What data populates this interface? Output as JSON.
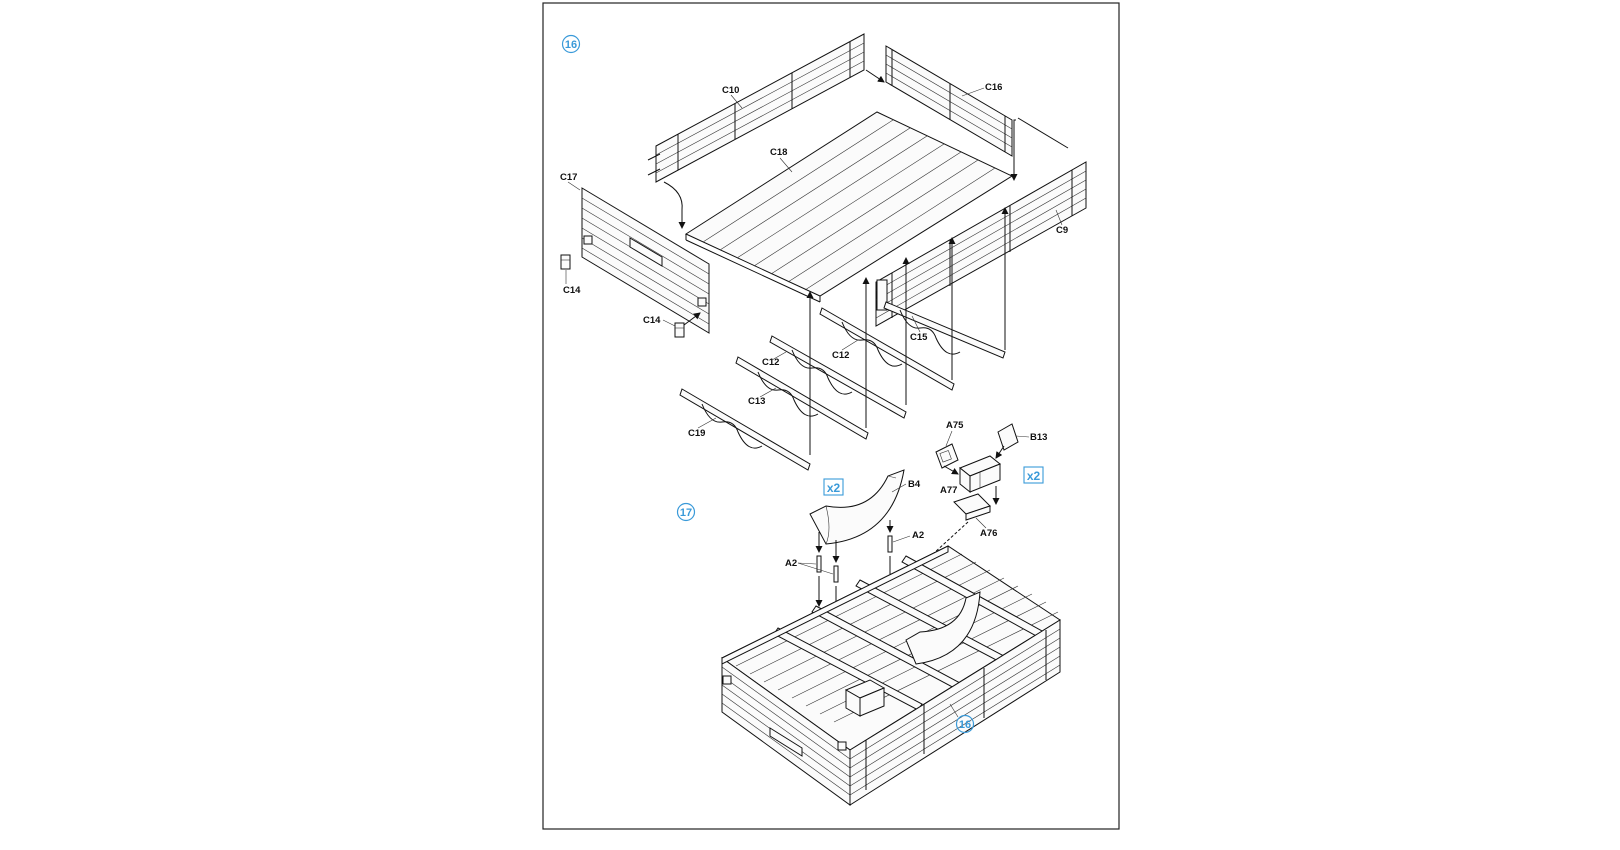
{
  "steps": {
    "step16": "16",
    "step17": "17",
    "ref16": "16"
  },
  "quantities": {
    "b4_qty": "x2",
    "a77_qty": "x2"
  },
  "parts": {
    "c10": "C10",
    "c16": "C16",
    "c18": "C18",
    "c17": "C17",
    "c9": "C9",
    "c14_a": "C14",
    "c14_b": "C14",
    "c15": "C15",
    "c12_a": "C12",
    "c12_b": "C12",
    "c13": "C13",
    "c19": "C19",
    "a75": "A75",
    "b13": "B13",
    "a77": "A77",
    "b4": "B4",
    "a2_a": "A2",
    "a2_b": "A2",
    "a76": "A76"
  },
  "colors": {
    "step_blue": "#3a9ad9",
    "line": "#111111"
  }
}
